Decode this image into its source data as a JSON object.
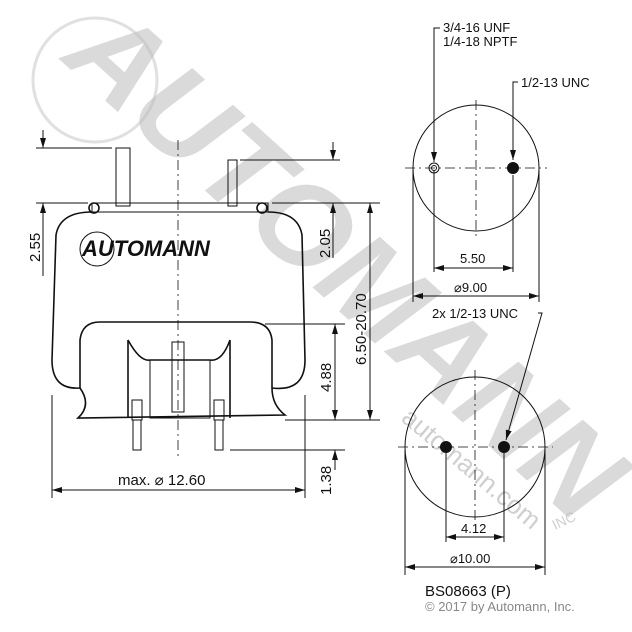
{
  "watermark": {
    "brand": "AUTOMANN",
    "site": "automann.com",
    "suffix": "INC"
  },
  "logo": {
    "text": "AUTOMANN"
  },
  "side_view": {
    "dims": {
      "top_left": "2.55",
      "top_right": "2.05",
      "height_range": "6.50-20.70",
      "piston": "4.88",
      "stud": "1.38",
      "diameter": "max. ⌀ 12.60"
    }
  },
  "top_view": {
    "callout_air": [
      "3/4-16 UNF",
      "1/4-18 NPTF"
    ],
    "callout_stud": "1/2-13 UNC",
    "spacing": "5.50",
    "diameter": "⌀9.00"
  },
  "bottom_view": {
    "callout": "2x 1/2-13 UNC",
    "spacing": "4.12",
    "diameter": "⌀10.00"
  },
  "part_number": "BS08663 (P)",
  "copyright": "© 2017 by Automann, Inc.",
  "colors": {
    "line": "#111111",
    "watermark": "#bdbdbd"
  }
}
